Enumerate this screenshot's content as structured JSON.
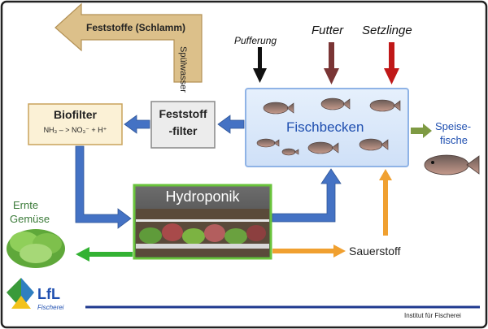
{
  "colors": {
    "frame": "#222222",
    "tank_fill": "#dbe9fa",
    "tank_border": "#8fb3e6",
    "tank_label": "#1f4fb0",
    "box_beige": "#fbf1d6",
    "box_beige_border": "#c9a35c",
    "box_grey": "#ececec",
    "box_grey_border": "#888888",
    "hydro_border": "#69c33b",
    "hydro_title": "#ffffff",
    "water_arrow": "#4472c4",
    "sludge_arrow": "#d9bc7f",
    "green_arrow": "#33b233",
    "orange_arrow": "#f0a030",
    "olive_arrow": "#7e9a43",
    "black_arrow": "#111111",
    "maroon_arrow": "#7a3535",
    "red_arrow": "#c01818",
    "blue_rule": "#1f3a8f",
    "ernte_text": "#3a7a38",
    "speise_text": "#1f4fb0",
    "logo_blue": "#1f4fb0",
    "logo_green": "#3a9a3a"
  },
  "nodes": {
    "fischbecken": {
      "label": "Fischbecken"
    },
    "feststofffilter": {
      "line1": "Feststoff",
      "line2": "-filter"
    },
    "biofilter": {
      "title": "Biofilter",
      "formula": "NH₃ – > NO₃⁻ + H⁺"
    },
    "hydroponik": {
      "label": "Hydroponik"
    }
  },
  "labels": {
    "sludge": "Feststoffe (Schlamm)",
    "spuelwasser": "Spülwasser",
    "pufferung": "Pufferung",
    "futter": "Futter",
    "setzlinge": "Setzlinge",
    "speise_line1": "Speise-",
    "speise_line2": "fische",
    "ernte_line1": "Ernte",
    "ernte_line2": "Gemüse",
    "sauerstoff": "Sauerstoff"
  },
  "logo": {
    "text": "LfL",
    "sub": "Fischerei"
  },
  "footer": {
    "institute": "Institut für Fischerei"
  },
  "icons": {
    "tank_fish": "fish-icon",
    "food_fish": "fish-icon",
    "lettuce": "lettuce-icon",
    "plants": "plant-icon"
  }
}
